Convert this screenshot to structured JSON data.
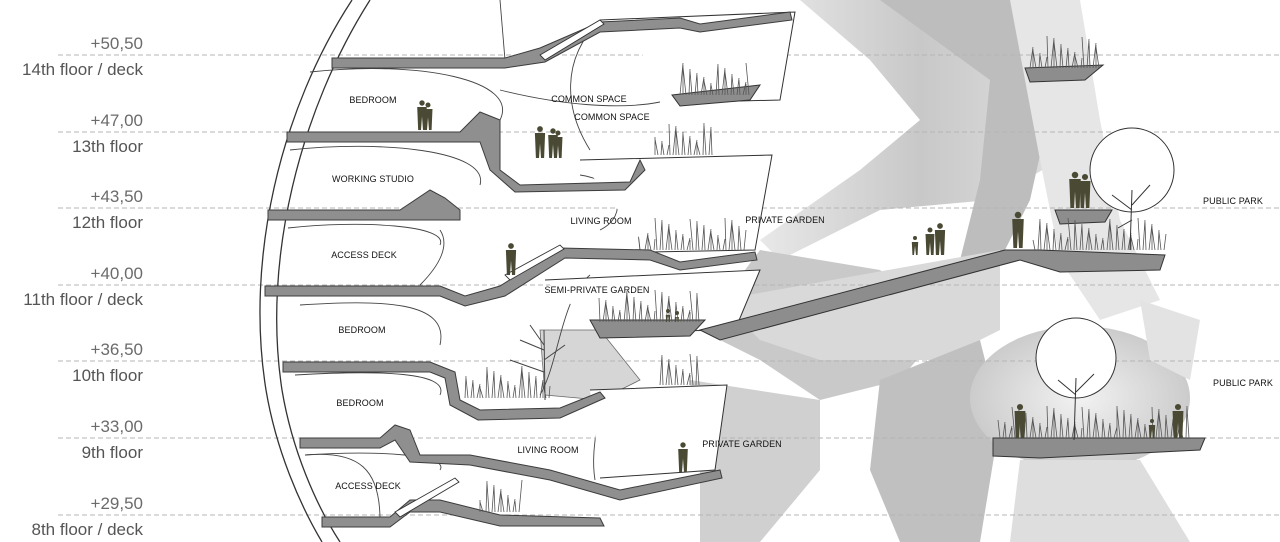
{
  "levels": [
    {
      "elevation": "+50,50",
      "floor": "14th floor / deck"
    },
    {
      "elevation": "+47,00",
      "floor": "13th floor"
    },
    {
      "elevation": "+43,50",
      "floor": "12th floor"
    },
    {
      "elevation": "+40,00",
      "floor": "11th floor / deck"
    },
    {
      "elevation": "+36,50",
      "floor": "10th floor"
    },
    {
      "elevation": "+33,00",
      "floor": "9th floor"
    },
    {
      "elevation": "+29,50",
      "floor": "8th floor / deck"
    }
  ],
  "rooms": {
    "bedroom_13": "BEDROOM",
    "common_space_a": "COMMON SPACE",
    "common_space_b": "COMMON SPACE",
    "working_studio": "WORKING STUDIO",
    "living_room_12": "LIVING ROOM",
    "private_garden_12": "PRIVATE GARDEN",
    "access_deck_11": "ACCESS DECK",
    "semi_private_garden": "SEMI-PRIVATE GARDEN",
    "bedroom_10": "BEDROOM",
    "bedroom_9": "BEDROOM",
    "living_room_8": "LIVING ROOM",
    "private_garden_8": "PRIVATE GARDEN",
    "access_deck_8": "ACCESS DECK",
    "public_park_upper": "PUBLIC PARK",
    "public_park_lower": "PUBLIC PARK"
  },
  "colors": {
    "slab": "#8f8f8f",
    "slab_edge": "#3c3c3c",
    "structure": "#d2d2d2",
    "figure": "#4a4a34",
    "grass": "#555555",
    "level_line": "#b5b5b5"
  }
}
